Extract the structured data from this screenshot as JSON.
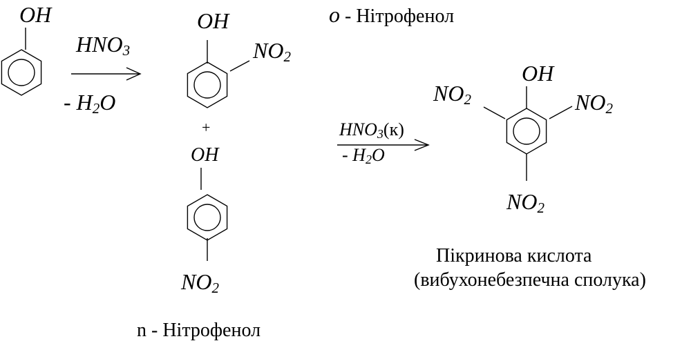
{
  "phenol": {
    "oh": "OH"
  },
  "step1": {
    "reagent": "HNO",
    "reagent_sub": "3",
    "byproduct_pre": "- H",
    "byproduct_sub": "2",
    "byproduct_post": "O"
  },
  "ortho": {
    "oh": "OH",
    "no2": "NO",
    "no2_sub": "2",
    "label_prefix": "o",
    "label": " -  Нітрофенол"
  },
  "plus": "+",
  "para": {
    "oh": "OH",
    "no2": "NO",
    "no2_sub": "2",
    "label": "n - Нітрофенол"
  },
  "step2": {
    "reagent": "HNO",
    "reagent_sub": "3",
    "reagent_post": "(к)",
    "byproduct_pre": "- H",
    "byproduct_sub": "2",
    "byproduct_post": "O"
  },
  "picric": {
    "oh": "OH",
    "no2_left": "NO",
    "no2_right": "NO",
    "no2_bottom": "NO",
    "sub": "2",
    "name": "Пікринова кислота",
    "note": "(вибухонебезпечна сполука)"
  }
}
